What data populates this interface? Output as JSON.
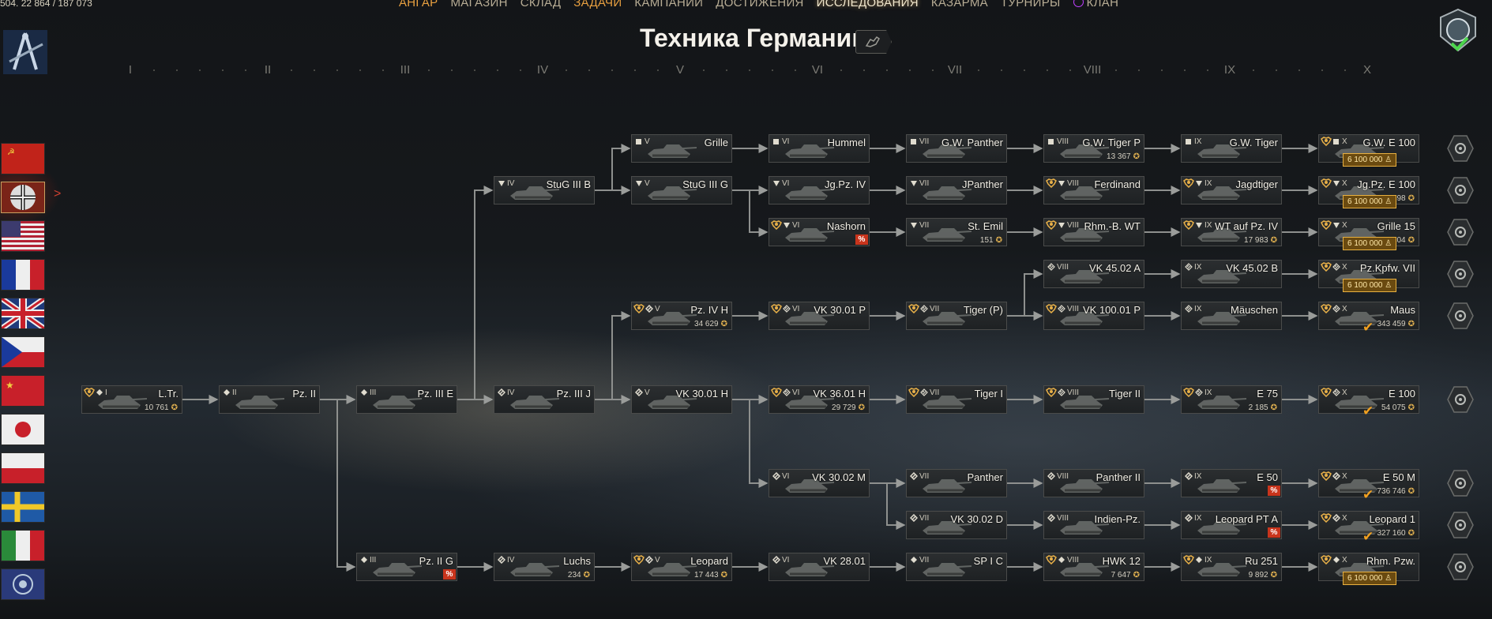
{
  "header": {
    "resources": "504. 22 864 / 187 073",
    "nav": [
      {
        "label": "АНГАР",
        "state": "orange"
      },
      {
        "label": "МАГАЗИН",
        "state": ""
      },
      {
        "label": "СКЛАД",
        "state": ""
      },
      {
        "label": "ЗАДАЧИ",
        "state": "orange"
      },
      {
        "label": "КАМПАНИИ",
        "state": ""
      },
      {
        "label": "ДОСТИЖЕНИЯ",
        "state": ""
      },
      {
        "label": "ИССЛЕДОВАНИЯ",
        "state": "active"
      },
      {
        "label": "КАЗАРМА",
        "state": ""
      },
      {
        "label": "ТУРНИРЫ",
        "state": ""
      },
      {
        "label": "КЛАН",
        "state": "clan"
      }
    ],
    "title": "Техника Германии"
  },
  "tiers": [
    "I",
    "II",
    "III",
    "IV",
    "V",
    "VI",
    "VII",
    "VIII",
    "IX",
    "X"
  ],
  "nations": [
    "ussr",
    "germany",
    "usa",
    "france",
    "uk",
    "czech",
    "china",
    "japan",
    "poland",
    "sweden",
    "italy",
    "international"
  ],
  "selected_nation": "germany",
  "nodes": [
    {
      "id": "ltr",
      "tier": "I",
      "name": "L.Tr.",
      "col": 0,
      "row": 6,
      "cls": "light",
      "elite": true,
      "xp": "10 761"
    },
    {
      "id": "pz2",
      "tier": "II",
      "name": "Pz. II",
      "col": 1,
      "row": 6,
      "cls": "light"
    },
    {
      "id": "pz3e",
      "tier": "III",
      "name": "Pz. III E",
      "col": 2,
      "row": 6,
      "cls": "light"
    },
    {
      "id": "pz2g",
      "tier": "III",
      "name": "Pz. II G",
      "col": 2,
      "row": 10,
      "cls": "light",
      "discount": "%"
    },
    {
      "id": "stug3b",
      "tier": "IV",
      "name": "StuG III B",
      "col": 3,
      "row": 1,
      "cls": "td"
    },
    {
      "id": "pz3j",
      "tier": "IV",
      "name": "Pz. III J",
      "col": 3,
      "row": 6,
      "cls": "medium"
    },
    {
      "id": "luchs",
      "tier": "IV",
      "name": "Luchs",
      "col": 3,
      "row": 10,
      "cls": "medium",
      "xp": "234"
    },
    {
      "id": "grille",
      "tier": "V",
      "name": "Grille",
      "col": 4,
      "row": 0,
      "cls": "spg"
    },
    {
      "id": "stug3g",
      "tier": "V",
      "name": "StuG III G",
      "col": 4,
      "row": 1,
      "cls": "td"
    },
    {
      "id": "pz4h",
      "tier": "V",
      "name": "Pz. IV H",
      "col": 4,
      "row": 4,
      "cls": "medium",
      "elite": true,
      "xp": "34 629"
    },
    {
      "id": "vk3001h",
      "tier": "V",
      "name": "VK 30.01 H",
      "col": 4,
      "row": 6,
      "cls": "medium"
    },
    {
      "id": "leopard",
      "tier": "V",
      "name": "Leopard",
      "col": 4,
      "row": 10,
      "cls": "medium",
      "elite": true,
      "xp": "17 443"
    },
    {
      "id": "hummel",
      "tier": "VI",
      "name": "Hummel",
      "col": 5,
      "row": 0,
      "cls": "spg"
    },
    {
      "id": "jgpz4",
      "tier": "VI",
      "name": "Jg.Pz. IV",
      "col": 5,
      "row": 1,
      "cls": "td"
    },
    {
      "id": "nashorn",
      "tier": "VI",
      "name": "Nashorn",
      "col": 5,
      "row": 2,
      "cls": "td",
      "elite": true,
      "discount": "%"
    },
    {
      "id": "vk3001p",
      "tier": "VI",
      "name": "VK 30.01 P",
      "col": 5,
      "row": 4,
      "cls": "heavy",
      "elite": true
    },
    {
      "id": "vk3601h",
      "tier": "VI",
      "name": "VK 36.01 H",
      "col": 5,
      "row": 6,
      "cls": "heavy",
      "elite": true,
      "xp": "29 729"
    },
    {
      "id": "vk3002m",
      "tier": "VI",
      "name": "VK 30.02 M",
      "col": 5,
      "row": 8,
      "cls": "medium"
    },
    {
      "id": "vk2801",
      "tier": "VI",
      "name": "VK 28.01",
      "col": 5,
      "row": 10,
      "cls": "medium"
    },
    {
      "id": "gwpanther",
      "tier": "VII",
      "name": "G.W. Panther",
      "col": 6,
      "row": 0,
      "cls": "spg"
    },
    {
      "id": "jpanther",
      "tier": "VII",
      "name": "JPanther",
      "col": 6,
      "row": 1,
      "cls": "td"
    },
    {
      "id": "stemil",
      "tier": "VII",
      "name": "St. Emil",
      "col": 6,
      "row": 2,
      "cls": "td",
      "xp": "151"
    },
    {
      "id": "tigerp",
      "tier": "VII",
      "name": "Tiger (P)",
      "col": 6,
      "row": 4,
      "cls": "heavy",
      "elite": true
    },
    {
      "id": "tiger1",
      "tier": "VII",
      "name": "Tiger I",
      "col": 6,
      "row": 6,
      "cls": "heavy",
      "elite": true
    },
    {
      "id": "panther",
      "tier": "VII",
      "name": "Panther",
      "col": 6,
      "row": 8,
      "cls": "medium"
    },
    {
      "id": "vk3002d",
      "tier": "VII",
      "name": "VK 30.02 D",
      "col": 6,
      "row": 9,
      "cls": "medium"
    },
    {
      "id": "spic",
      "tier": "VII",
      "name": "SP I C",
      "col": 6,
      "row": 10,
      "cls": "light"
    },
    {
      "id": "gwtigerp",
      "tier": "VIII",
      "name": "G.W. Tiger P",
      "col": 7,
      "row": 0,
      "cls": "spg",
      "xp": "13 367"
    },
    {
      "id": "ferdinand",
      "tier": "VIII",
      "name": "Ferdinand",
      "col": 7,
      "row": 1,
      "cls": "td",
      "elite": true
    },
    {
      "id": "rhmbwt",
      "tier": "VIII",
      "name": "Rhm.-B. WT",
      "col": 7,
      "row": 2,
      "cls": "td",
      "elite": true
    },
    {
      "id": "vk4502a",
      "tier": "VIII",
      "name": "VK 45.02 A",
      "col": 7,
      "row": 3,
      "cls": "heavy"
    },
    {
      "id": "vk10001p",
      "tier": "VIII",
      "name": "VK 100.01 P",
      "col": 7,
      "row": 4,
      "cls": "heavy",
      "elite": true
    },
    {
      "id": "tiger2",
      "tier": "VIII",
      "name": "Tiger II",
      "col": 7,
      "row": 6,
      "cls": "heavy",
      "elite": true
    },
    {
      "id": "panther2",
      "tier": "VIII",
      "name": "Panther II",
      "col": 7,
      "row": 8,
      "cls": "medium"
    },
    {
      "id": "indienpz",
      "tier": "VIII",
      "name": "Indien-Pz.",
      "col": 7,
      "row": 9,
      "cls": "medium"
    },
    {
      "id": "hwk12",
      "tier": "VIII",
      "name": "HWK 12",
      "col": 7,
      "row": 10,
      "cls": "light",
      "elite": true,
      "xp": "7 647"
    },
    {
      "id": "gwtiger",
      "tier": "IX",
      "name": "G.W. Tiger",
      "col": 8,
      "row": 0,
      "cls": "spg"
    },
    {
      "id": "jagdtiger",
      "tier": "IX",
      "name": "Jagdtiger",
      "col": 8,
      "row": 1,
      "cls": "td",
      "elite": true
    },
    {
      "id": "wtpz4",
      "tier": "IX",
      "name": "WT auf Pz. IV",
      "col": 8,
      "row": 2,
      "cls": "td",
      "elite": true,
      "xp": "17 983"
    },
    {
      "id": "vk4502b",
      "tier": "IX",
      "name": "VK 45.02 B",
      "col": 8,
      "row": 3,
      "cls": "heavy"
    },
    {
      "id": "mauschen",
      "tier": "IX",
      "name": "Mäuschen",
      "col": 8,
      "row": 4,
      "cls": "heavy"
    },
    {
      "id": "e75",
      "tier": "IX",
      "name": "E 75",
      "col": 8,
      "row": 6,
      "cls": "heavy",
      "elite": true,
      "xp": "2 185"
    },
    {
      "id": "e50",
      "tier": "IX",
      "name": "E 50",
      "col": 8,
      "row": 8,
      "cls": "medium",
      "discount": "%"
    },
    {
      "id": "leoptA",
      "tier": "IX",
      "name": "Leopard PT A",
      "col": 8,
      "row": 9,
      "cls": "medium",
      "discount": "%"
    },
    {
      "id": "ru251",
      "tier": "IX",
      "name": "Ru 251",
      "col": 8,
      "row": 10,
      "cls": "light",
      "elite": true,
      "xp": "9 892"
    },
    {
      "id": "gwe100",
      "tier": "X",
      "name": "G.W. E 100",
      "col": 9,
      "row": 0,
      "cls": "spg",
      "elite": true,
      "price": "6 100 000"
    },
    {
      "id": "jgpze100",
      "tier": "X",
      "name": "Jg.Pz. E 100",
      "col": 9,
      "row": 1,
      "cls": "td",
      "elite": true,
      "xp": "18 498",
      "price": "6 100 000"
    },
    {
      "id": "grille15",
      "tier": "X",
      "name": "Grille 15",
      "col": 9,
      "row": 2,
      "cls": "td",
      "elite": true,
      "xp": "21 404",
      "price": "6 100 000"
    },
    {
      "id": "pzkpfw7",
      "tier": "X",
      "name": "Pz.Kpfw. VII",
      "col": 9,
      "row": 3,
      "cls": "heavy",
      "elite": true,
      "price": "6 100 000"
    },
    {
      "id": "maus",
      "tier": "X",
      "name": "Maus",
      "col": 9,
      "row": 4,
      "cls": "heavy",
      "elite": true,
      "xp": "343 459",
      "check": true
    },
    {
      "id": "e100",
      "tier": "X",
      "name": "E 100",
      "col": 9,
      "row": 6,
      "cls": "heavy",
      "elite": true,
      "xp": "54 075",
      "check": true
    },
    {
      "id": "e50m",
      "tier": "X",
      "name": "E 50 M",
      "col": 9,
      "row": 8,
      "cls": "medium",
      "elite": true,
      "xp": "736 746",
      "check": true
    },
    {
      "id": "leopard1",
      "tier": "X",
      "name": "Leopard 1",
      "col": 9,
      "row": 9,
      "cls": "medium",
      "elite": true,
      "xp": "327 160",
      "check": true
    },
    {
      "id": "rhmpzw",
      "tier": "X",
      "name": "Rhm. Pzw.",
      "col": 9,
      "row": 10,
      "cls": "light",
      "elite": true,
      "price": "6 100 000"
    }
  ],
  "links": [
    [
      "ltr",
      "pz2"
    ],
    [
      "pz2",
      "pz3e"
    ],
    [
      "pz2",
      "pz2g"
    ],
    [
      "pz3e",
      "stug3b"
    ],
    [
      "pz3e",
      "pz3j"
    ],
    [
      "stug3b",
      "grille"
    ],
    [
      "stug3b",
      "stug3g"
    ],
    [
      "pz3j",
      "pz4h"
    ],
    [
      "pz3j",
      "vk3001h"
    ],
    [
      "pz2g",
      "luchs"
    ],
    [
      "luchs",
      "leopard"
    ],
    [
      "leopard",
      "vk2801"
    ],
    [
      "grille",
      "hummel"
    ],
    [
      "hummel",
      "gwpanther"
    ],
    [
      "gwpanther",
      "gwtigerp"
    ],
    [
      "gwtigerp",
      "gwtiger"
    ],
    [
      "gwtiger",
      "gwe100"
    ],
    [
      "stug3g",
      "jgpz4"
    ],
    [
      "stug3g",
      "nashorn"
    ],
    [
      "jgpz4",
      "jpanther"
    ],
    [
      "jpanther",
      "ferdinand"
    ],
    [
      "ferdinand",
      "jagdtiger"
    ],
    [
      "jagdtiger",
      "jgpze100"
    ],
    [
      "nashorn",
      "stemil"
    ],
    [
      "stemil",
      "rhmbwt"
    ],
    [
      "rhmbwt",
      "wtpz4"
    ],
    [
      "wtpz4",
      "grille15"
    ],
    [
      "pz4h",
      "vk3001p"
    ],
    [
      "vk3001p",
      "tigerp"
    ],
    [
      "tigerp",
      "vk4502a"
    ],
    [
      "tigerp",
      "vk10001p"
    ],
    [
      "vk4502a",
      "vk4502b"
    ],
    [
      "vk4502b",
      "pzkpfw7"
    ],
    [
      "vk10001p",
      "mauschen"
    ],
    [
      "mauschen",
      "maus"
    ],
    [
      "vk3001h",
      "vk3601h"
    ],
    [
      "vk3001h",
      "vk3002m"
    ],
    [
      "vk3601h",
      "tiger1"
    ],
    [
      "tiger1",
      "tiger2"
    ],
    [
      "tiger2",
      "e75"
    ],
    [
      "e75",
      "e100"
    ],
    [
      "vk3002m",
      "panther"
    ],
    [
      "vk3002m",
      "vk3002d"
    ],
    [
      "panther",
      "panther2"
    ],
    [
      "panther2",
      "e50"
    ],
    [
      "e50",
      "e50m"
    ],
    [
      "vk3002d",
      "indienpz"
    ],
    [
      "indienpz",
      "leoptA"
    ],
    [
      "leoptA",
      "leopard1"
    ],
    [
      "vk2801",
      "spic"
    ],
    [
      "spic",
      "hwk12"
    ],
    [
      "hwk12",
      "ru251"
    ],
    [
      "ru251",
      "rhmpzw"
    ]
  ],
  "colors": {
    "accent": "#e8a040",
    "price_bg": "#6a4a10",
    "discount": "#c8341c",
    "check": "#f0a020"
  }
}
